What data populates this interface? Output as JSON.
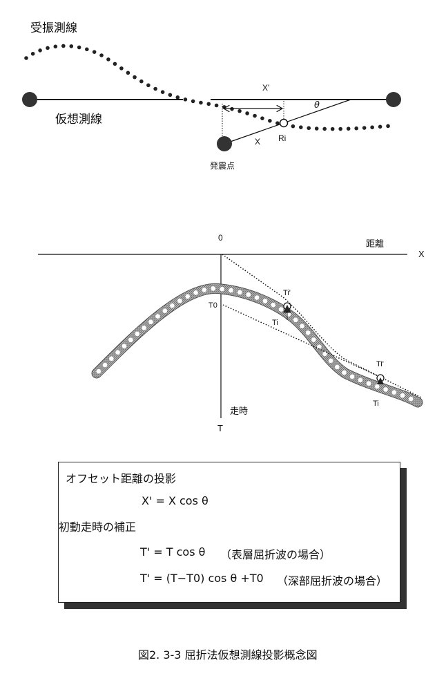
{
  "top": {
    "receiver_line_label": "受振測線",
    "virtual_line_label": "仮想測線",
    "x_prime_label": "X'",
    "theta_label": "θ",
    "x_label": "X",
    "ri_label": "Ri",
    "source_label": "発震点"
  },
  "graph": {
    "origin_label": "0",
    "distance_label": "距離",
    "x_axis_label": "X",
    "time_label": "走時",
    "t_axis_label": "T",
    "t0_label": "T0",
    "ti_prime_1": "Ti'",
    "ti_1": "Ti",
    "ti_prime_2": "Ti'",
    "ti_2": "Ti"
  },
  "formula_box": {
    "heading1": "オフセット距離の投影",
    "formula1": "X' = X cos θ",
    "heading2": "初動走時の補正",
    "formula2": "T' = T cos θ",
    "formula2_note": "（表層屈折波の場合）",
    "formula3": "T' = (T−T0) cos θ +T0",
    "formula3_note": "（深部屈折波の場合）"
  },
  "caption": "図2. 3-3  屈折法仮想測線投影概念図"
}
